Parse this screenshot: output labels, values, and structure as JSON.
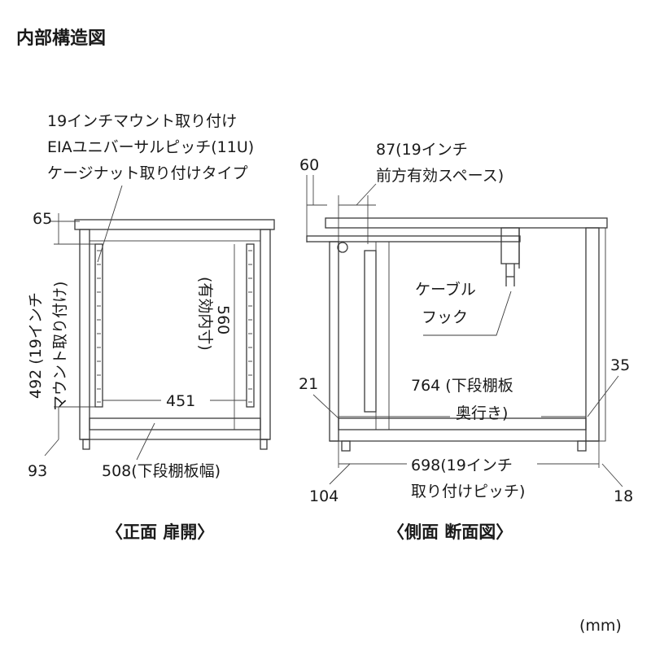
{
  "title": "内部構造図",
  "unit": "(mm)",
  "front": {
    "caption": "〈正面 扉開〉",
    "note": [
      "19インチマウント取り付け",
      "EIAユニバーサルピッチ(11U)",
      "ケージナット取り付けタイプ"
    ],
    "dim_top": "65",
    "dim_bottom": "93",
    "dim_mount_1": "492 (19インチ",
    "dim_mount_2": "マウント取り付け)",
    "dim_inner_1": "560",
    "dim_inner_2": "(有効内寸)",
    "dim_width_inner": "451",
    "dim_shelf_width": "508(下段棚板幅)"
  },
  "side": {
    "caption": "〈側面 断面図〉",
    "dim_60": "60",
    "dim_87_1": "87(19インチ",
    "dim_87_2": "前方有効スペース)",
    "hook_1": "ケーブル",
    "hook_2": "フック",
    "dim_21": "21",
    "dim_35": "35",
    "dim_764_1": "764 (下段棚板",
    "dim_764_2": "奥行き)",
    "dim_698_1": "698(19インチ",
    "dim_698_2": "取り付けピッチ)",
    "dim_104": "104",
    "dim_18": "18"
  }
}
